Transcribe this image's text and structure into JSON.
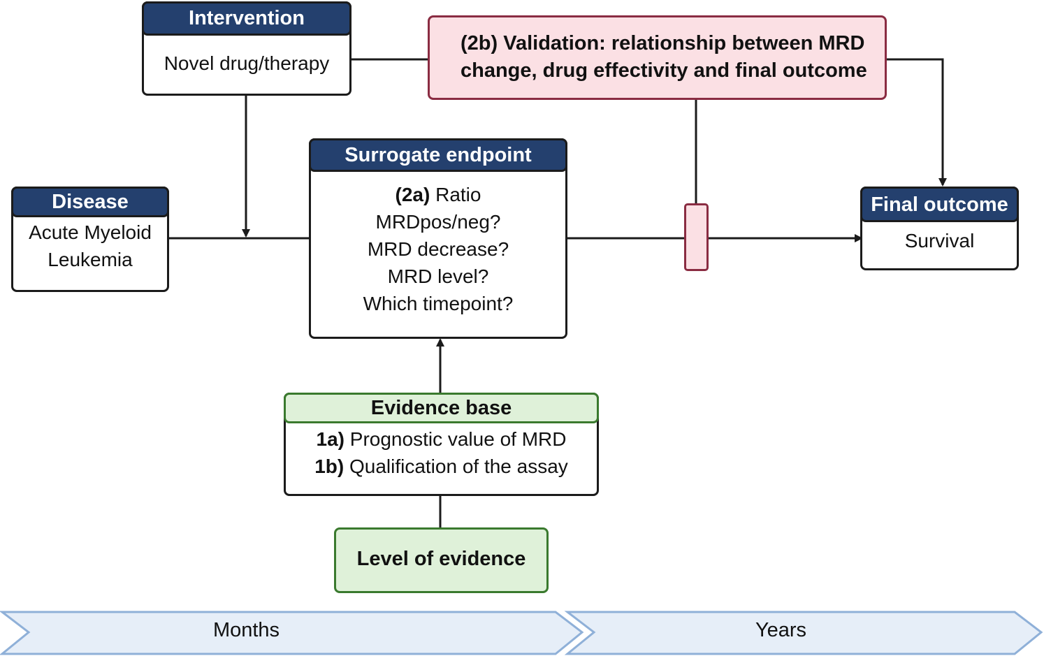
{
  "intervention": {
    "header": "Intervention",
    "body": "Novel drug/therapy"
  },
  "validation": {
    "line1": "(2b) Validation: relationship between MRD",
    "line2": "change, drug effectivity and final outcome"
  },
  "disease": {
    "header": "Disease",
    "line1": "Acute Myeloid",
    "line2": "Leukemia"
  },
  "surrogate": {
    "header": "Surrogate endpoint",
    "label_2a": "(2a)",
    "ratio": " Ratio",
    "items": [
      "MRDpos/neg?",
      "MRD decrease?",
      "MRD level?",
      "Which timepoint?"
    ]
  },
  "final_outcome": {
    "header": "Final outcome",
    "body": "Survival"
  },
  "evidence_base": {
    "header": "Evidence base",
    "item1_label": "1a)",
    "item1_text": " Prognostic value of MRD",
    "item2_label": "1b)",
    "item2_text": " Qualification of the assay"
  },
  "level_of_evidence": {
    "label": "Level of evidence"
  },
  "timeline": {
    "months": "Months",
    "years": "Years"
  },
  "colors": {
    "header_navy": "#24406e",
    "validation_pink": "#fbe0e4",
    "evidence_green": "#dff1d9",
    "timeline_blue": "#e6eef8"
  }
}
